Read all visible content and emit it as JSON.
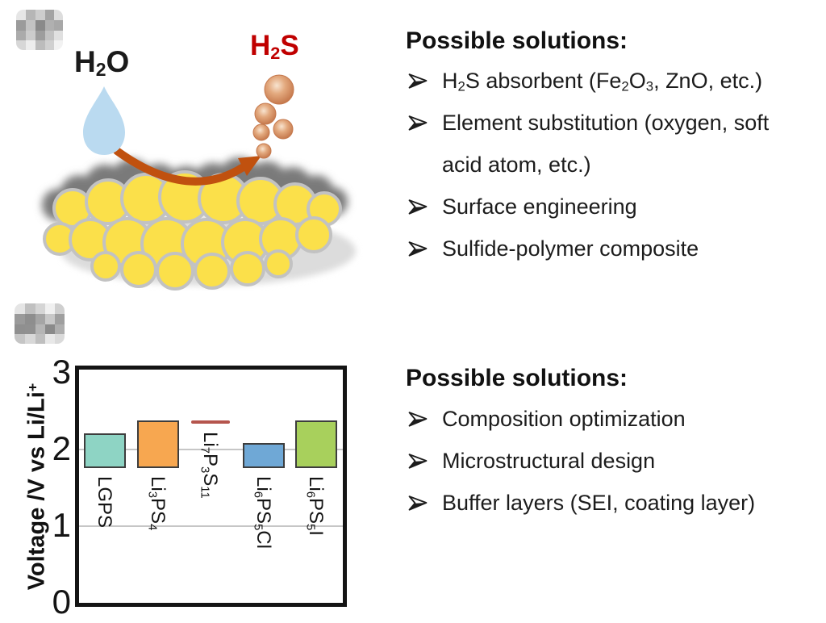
{
  "top_panel": {
    "labels": {
      "h2o": "H_{2}O",
      "h2s": "H_{2}S"
    },
    "colors": {
      "h2o_text": "#1a1a1a",
      "h2s_text": "#c00000",
      "droplet": "#badaf0",
      "arrow": "#c0510f",
      "particle": "#fbe04a",
      "particle_outline": "#c2c2c2",
      "surface_cap": "#7a7a7a",
      "shadow": "#dcdcdc"
    },
    "solutions": {
      "heading": "Possible solutions:",
      "items": [
        {
          "text": "H_{2}S absorbent (Fe_{2}O_{3}, ZnO, etc.)",
          "bullet": true
        },
        {
          "text": "Element substitution (oxygen, soft",
          "bullet": true
        },
        {
          "text": "acid atom, etc.)",
          "bullet": false
        },
        {
          "text": "Surface engineering",
          "bullet": true
        },
        {
          "text": "Sulfide-polymer composite",
          "bullet": true
        }
      ]
    }
  },
  "bottom_panel": {
    "solutions": {
      "heading": "Possible solutions:",
      "items": [
        {
          "text": "Composition optimization",
          "bullet": true
        },
        {
          "text": "Microstructural design",
          "bullet": true
        },
        {
          "text": "Buffer layers (SEI, coating layer)",
          "bullet": true
        }
      ]
    }
  },
  "chart_data": {
    "type": "bar",
    "subtype": "floating-stability-window",
    "title": "",
    "xlabel": "",
    "ylabel": "Voltage /V vs Li/Li^{+}",
    "ylim": [
      0,
      3
    ],
    "yticks": [
      "0",
      "1",
      "2",
      "3"
    ],
    "gridlines": [
      1,
      2
    ],
    "grid_color": "#c6c6c6",
    "categories": [
      "LGPS",
      "Li3PS4",
      "Li7P3S11",
      "Li6PS5Cl",
      "Li6PS5I"
    ],
    "series": [
      {
        "label": "LGPS",
        "min": 1.75,
        "max": 2.2,
        "color": "#8ed4c4",
        "style": "bar"
      },
      {
        "label": "Li_{3}PS_{4}",
        "min": 1.75,
        "max": 2.37,
        "color": "#f7a750",
        "style": "bar"
      },
      {
        "label": "Li_{7}P_{3}S_{11}",
        "min": 2.33,
        "max": 2.37,
        "color": "#b5554d",
        "style": "line"
      },
      {
        "label": "Li_{6}PS_{5}Cl",
        "min": 1.75,
        "max": 2.07,
        "color": "#6fa8d6",
        "style": "bar"
      },
      {
        "label": "Li_{6}PS_{5}I",
        "min": 1.75,
        "max": 2.37,
        "color": "#a8d05c",
        "style": "bar"
      }
    ],
    "legend": null
  }
}
